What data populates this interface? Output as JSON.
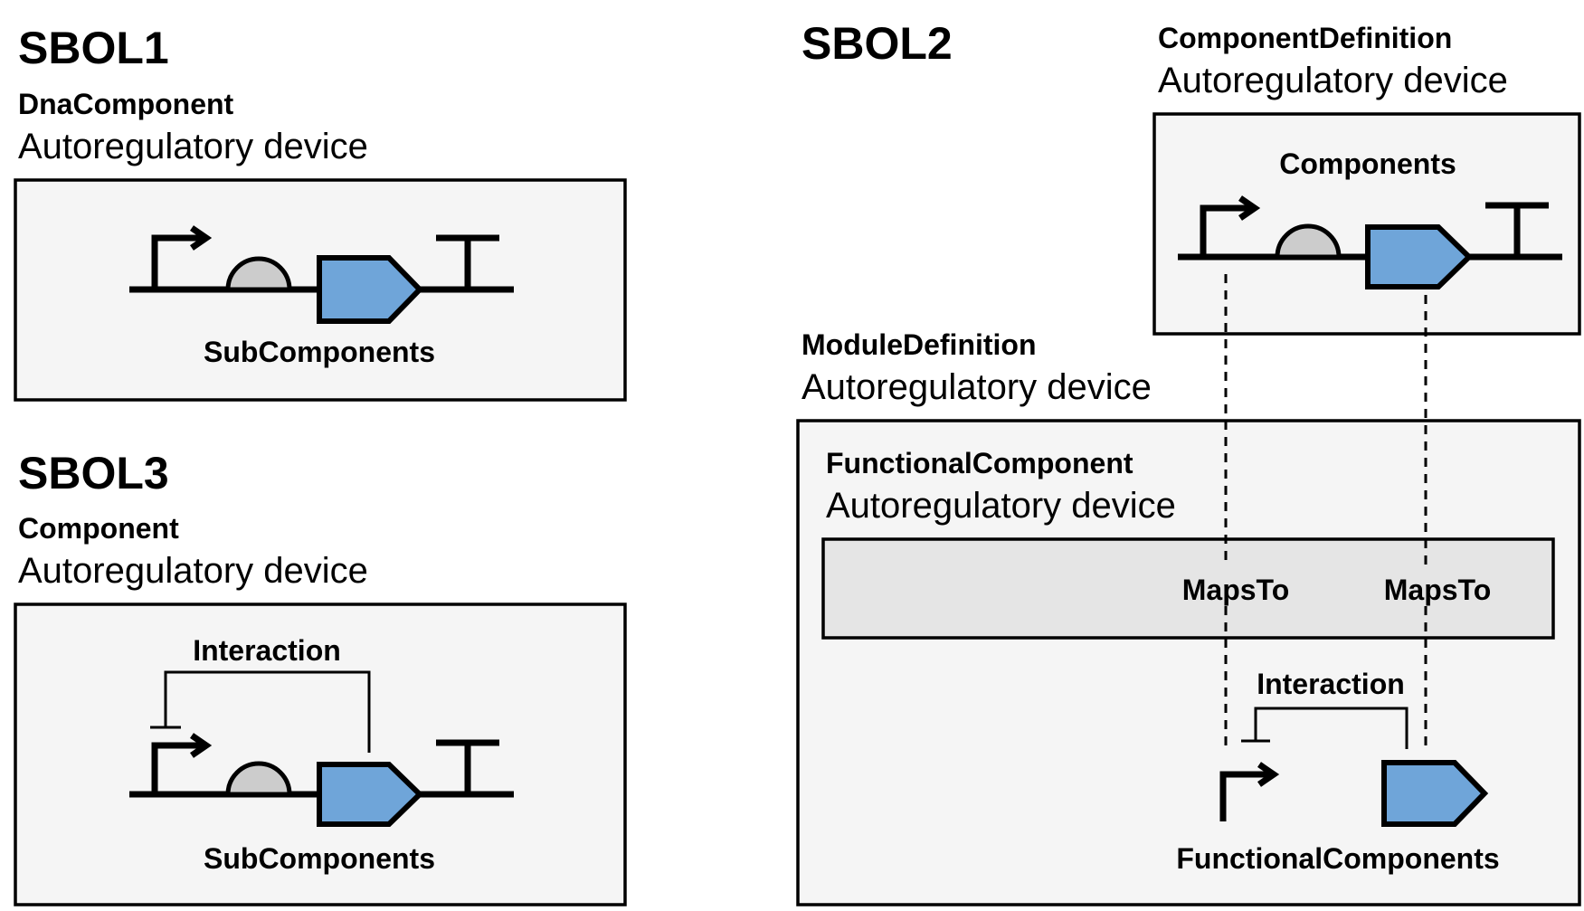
{
  "colors": {
    "panel_fill": "#f5f5f5",
    "mapping_bar_fill": "#e5e5e5",
    "cds_fill": "#6fa5d9",
    "rbs_fill": "#cccccc",
    "stroke": "#000000"
  },
  "sbol1": {
    "title": "SBOL1",
    "class_label": "DnaComponent",
    "name": "Autoregulatory device",
    "parts_label": "SubComponents"
  },
  "sbol3": {
    "title": "SBOL3",
    "class_label": "Component",
    "name": "Autoregulatory device",
    "interaction_label": "Interaction",
    "parts_label": "SubComponents"
  },
  "sbol2": {
    "title": "SBOL2",
    "component_definition": {
      "class_label": "ComponentDefinition",
      "name": "Autoregulatory device",
      "parts_label": "Components"
    },
    "module_definition": {
      "class_label": "ModuleDefinition",
      "name": "Autoregulatory device"
    },
    "functional_component": {
      "class_label": "FunctionalComponent",
      "name": "Autoregulatory device"
    },
    "maps_to_labels": [
      "MapsTo",
      "MapsTo"
    ],
    "interaction_label": "Interaction",
    "functional_components_label": "FunctionalComponents"
  },
  "glyphs": [
    "promoter-glyph",
    "rbs-glyph",
    "cds-glyph",
    "terminator-glyph",
    "inhibition-glyph"
  ]
}
